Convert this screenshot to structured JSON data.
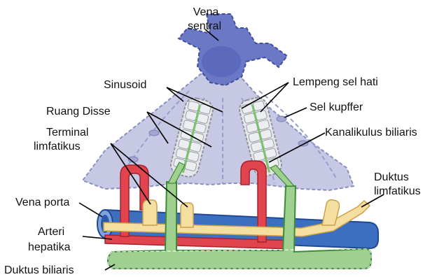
{
  "labels": {
    "vena_sentral_1": "Vena",
    "vena_sentral_2": "sentral",
    "sinusoid": "Sinusoid",
    "lempeng_sel_hati": "Lempeng sel hati",
    "ruang_disse": "Ruang Disse",
    "sel_kupffer": "Sel kupffer",
    "terminal_limfatikus_1": "Terminal",
    "terminal_limfatikus_2": "limfatikus",
    "kanalikulus_biliaris": "Kanalikulus biliaris",
    "duktus_limfatikus_1": "Duktus",
    "duktus_limfatikus_2": "limfatikus",
    "vena_porta": "Vena porta",
    "arteri_hepatika_1": "Arteri",
    "arteri_hepatika_2": "hepatika",
    "duktus_biliaris": "Duktus biliaris"
  },
  "colors": {
    "central_vein": "#6a78c6",
    "central_vein_dark": "#3f4d9a",
    "sinusoid_tissue": "#c6c8e4",
    "sinusoid_border": "#8b8fc0",
    "hepatocyte": "#e4e6ea",
    "hepatocyte_border": "#8f939b",
    "artery": "#e0444f",
    "artery_dark": "#a9222c",
    "portal_vein": "#3d6fc0",
    "portal_vein_dark": "#1f4a93",
    "lymphatic": "#f5dfa0",
    "lymphatic_border": "#c9a14a",
    "bile": "#9fd08f",
    "bile_border": "#3d8a3a"
  }
}
